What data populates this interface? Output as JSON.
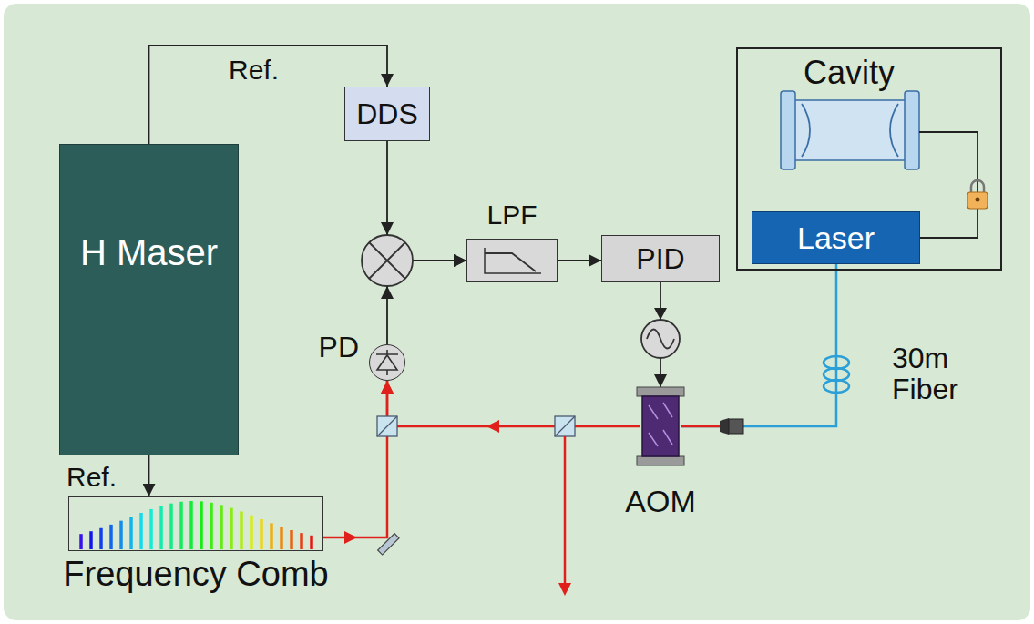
{
  "diagram": {
    "nodes": [
      {
        "text": [
          "H Maser"
        ]
      },
      {
        "text": [
          "DDS"
        ]
      },
      {
        "text": [
          "LPF"
        ]
      },
      {
        "text": [
          "PID"
        ]
      },
      {
        "text": [
          "Cavity"
        ]
      },
      {
        "text": [
          "Laser"
        ],
        "in": 4
      },
      {
        "text": [
          "Frequency Comb"
        ]
      },
      {
        "text": [
          "PD"
        ]
      },
      {
        "text": [
          "AOM"
        ]
      }
    ],
    "edges": [
      {
        "from": 0,
        "to": 1,
        "arrow": "to",
        "label": "Ref."
      },
      {
        "from": 0,
        "to": 6,
        "arrow": "to",
        "label": "Ref."
      },
      {
        "from": 1,
        "to": 2,
        "arrow": "to"
      },
      {
        "from": 7,
        "to": 2,
        "arrow": "to"
      },
      {
        "from": 2,
        "to": 3,
        "arrow": "to"
      },
      {
        "from": 3,
        "to": 8,
        "arrow": "to"
      },
      {
        "from": 5,
        "to": 8,
        "arrow": "none"
      },
      {
        "from": 8,
        "to": 7,
        "arrow": "to"
      },
      {
        "from": 6,
        "to": 7,
        "arrow": "to"
      }
    ],
    "labels": [
      "30m Fiber"
    ]
  }
}
